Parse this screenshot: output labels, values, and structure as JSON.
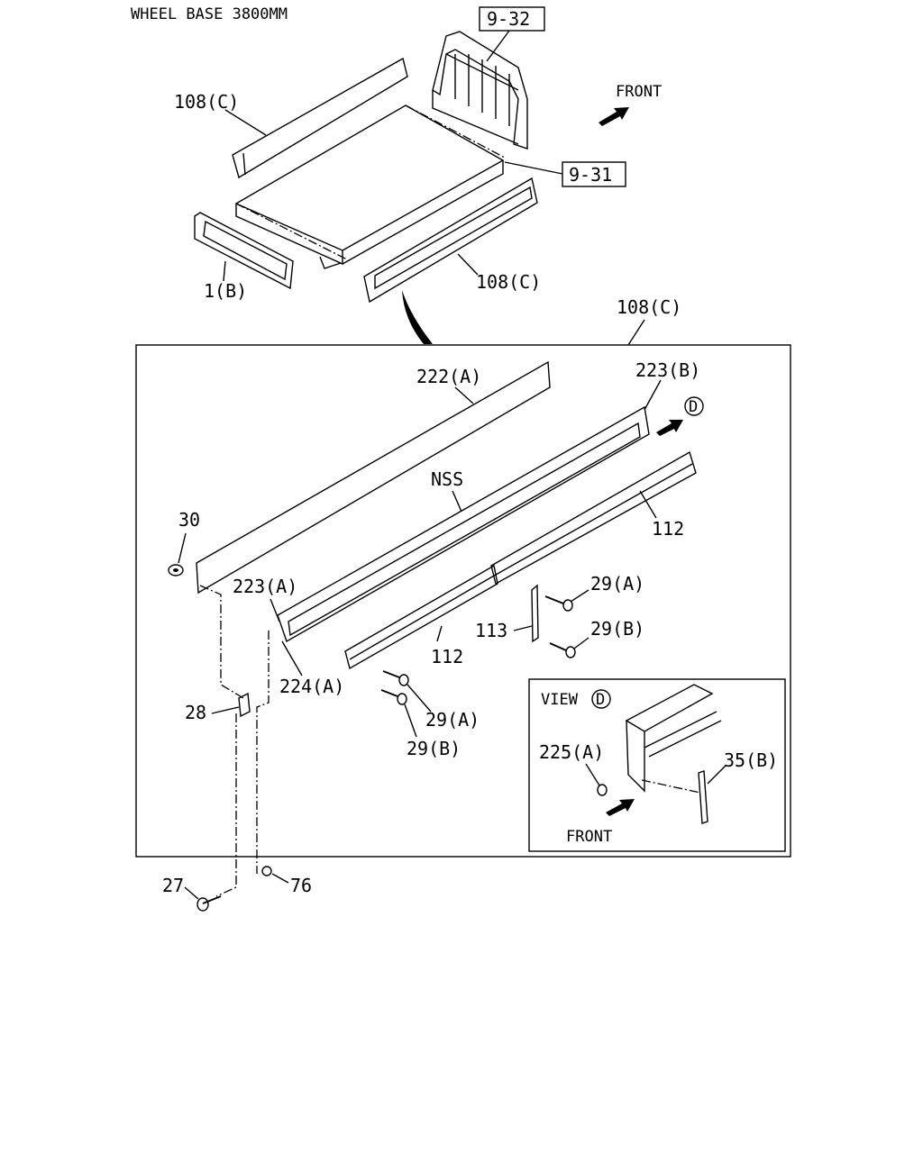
{
  "header": {
    "title": "WHEEL BASE 3800MM"
  },
  "labels": {
    "ref_932": "9-32",
    "ref_931": "9-31",
    "front_top": "FRONT",
    "side_left_top": "108(C)",
    "side_right_top": "108(C)",
    "tailgate": "1(B)",
    "detail_callout": "108(C)",
    "p222a": "222(A)",
    "p223b": "223(B)",
    "view_mark": "D",
    "nss": "NSS",
    "p112_right": "112",
    "p30": "30",
    "p223a": "223(A)",
    "p29a_upper": "29(A)",
    "p113": "113",
    "p29b_upper": "29(B)",
    "p112_lower": "112",
    "p224a": "224(A)",
    "p28": "28",
    "p29a_lower": "29(A)",
    "p29b_lower": "29(B)",
    "p27": "27",
    "p76": "76"
  },
  "view_d": {
    "title": "VIEW",
    "mark": "D",
    "p225a": "225(A)",
    "p35b": "35(B)",
    "front": "FRONT"
  },
  "colors": {
    "line": "#000000",
    "background": "#ffffff"
  }
}
